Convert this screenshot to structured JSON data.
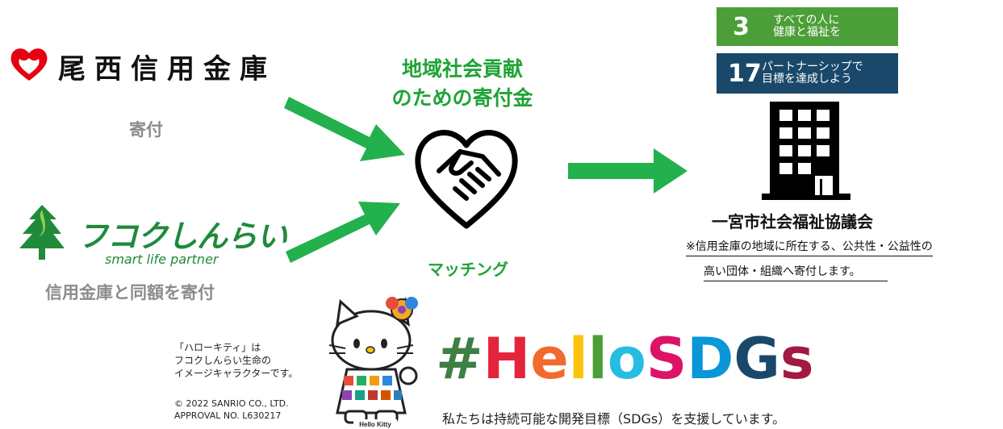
{
  "donor1": {
    "name": "尾西信用金庫",
    "action": "寄付"
  },
  "donor2": {
    "name": "フコクしんらい",
    "tagline": "smart life partner",
    "action": "信用金庫と同額を寄付"
  },
  "center": {
    "title_line1": "地域社会貢献",
    "title_line2": "のための寄付金",
    "matching": "マッチング"
  },
  "sdgs": [
    {
      "number": "3",
      "line1": "すべての人に",
      "line2": "健康と福祉を",
      "color": "#4c9f38"
    },
    {
      "number": "17",
      "line1": "パートナーシップで",
      "line2": "目標を達成しよう",
      "color": "#19486a"
    }
  ],
  "recipient": {
    "name": "一宮市社会福祉協議会",
    "note_line1": "※信用金庫の地域に所在する、公共性・公益性の",
    "note_line2": "高い団体・組織へ寄付します。"
  },
  "kitty": {
    "caption_line1": "「ハローキティ」は",
    "caption_line2": "フコクしんらい生命の",
    "caption_line3": "イメージキャラクターです。",
    "copyright_line1": "© 2022 SANRIO CO., LTD.",
    "copyright_line2": "APPROVAL NO. L630217",
    "badge": "Hello Kitty"
  },
  "hashtag": {
    "letters": [
      "#",
      "H",
      "e",
      "l",
      "l",
      "o",
      "S",
      "D",
      "G",
      "s"
    ],
    "slogan": "私たちは持続可能な開発目標（SDGs）を支援しています。"
  },
  "colors": {
    "arrow": "#22b14c",
    "green_text": "#1fa336",
    "heart": "#e60012",
    "fukoku_green": "#1f8a3a",
    "gray_text": "#8c8c8c"
  }
}
